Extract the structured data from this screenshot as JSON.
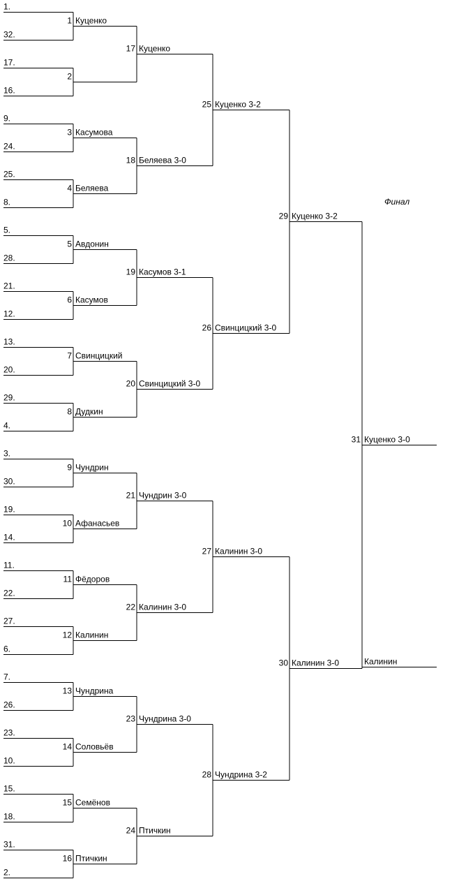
{
  "final_caption": "Финал",
  "seeds": [
    "1.",
    "32.",
    "17.",
    "16.",
    "9.",
    "24.",
    "25.",
    "8.",
    "5.",
    "28.",
    "21.",
    "12.",
    "13.",
    "20.",
    "29.",
    "4.",
    "3.",
    "30.",
    "19.",
    "14.",
    "11.",
    "22.",
    "27.",
    "6.",
    "7.",
    "26.",
    "23.",
    "10.",
    "15.",
    "18.",
    "31.",
    "2."
  ],
  "rounds": [
    [
      {
        "num": "1",
        "winner": "Куценко"
      },
      {
        "num": "2",
        "winner": ""
      },
      {
        "num": "3",
        "winner": "Касумова"
      },
      {
        "num": "4",
        "winner": "Беляева"
      },
      {
        "num": "5",
        "winner": "Авдонин"
      },
      {
        "num": "6",
        "winner": "Касумов"
      },
      {
        "num": "7",
        "winner": "Свинцицкий"
      },
      {
        "num": "8",
        "winner": "Дудкин"
      },
      {
        "num": "9",
        "winner": "Чундрин"
      },
      {
        "num": "10",
        "winner": "Афанасьев"
      },
      {
        "num": "11",
        "winner": "Фёдоров"
      },
      {
        "num": "12",
        "winner": "Калинин"
      },
      {
        "num": "13",
        "winner": "Чундрина"
      },
      {
        "num": "14",
        "winner": "Соловьёв"
      },
      {
        "num": "15",
        "winner": "Семёнов"
      },
      {
        "num": "16",
        "winner": "Птичкин"
      }
    ],
    [
      {
        "num": "17",
        "winner": "Куценко"
      },
      {
        "num": "18",
        "winner": "Беляева 3-0"
      },
      {
        "num": "19",
        "winner": "Касумов 3-1"
      },
      {
        "num": "20",
        "winner": "Свинцицкий 3-0"
      },
      {
        "num": "21",
        "winner": "Чундрин 3-0"
      },
      {
        "num": "22",
        "winner": "Калинин 3-0"
      },
      {
        "num": "23",
        "winner": "Чундрина 3-0"
      },
      {
        "num": "24",
        "winner": "Птичкин"
      }
    ],
    [
      {
        "num": "25",
        "winner": "Куценко 3-2"
      },
      {
        "num": "26",
        "winner": "Свинцицкий 3-0"
      },
      {
        "num": "27",
        "winner": "Калинин 3-0"
      },
      {
        "num": "28",
        "winner": "Чундрина 3-2"
      }
    ],
    [
      {
        "num": "29",
        "winner": "Куценко 3-2"
      },
      {
        "num": "30",
        "winner": "Калинин 3-0"
      }
    ],
    [
      {
        "num": "31",
        "winner": "Куценко 3-0"
      }
    ]
  ],
  "runner_up": "Калинин"
}
